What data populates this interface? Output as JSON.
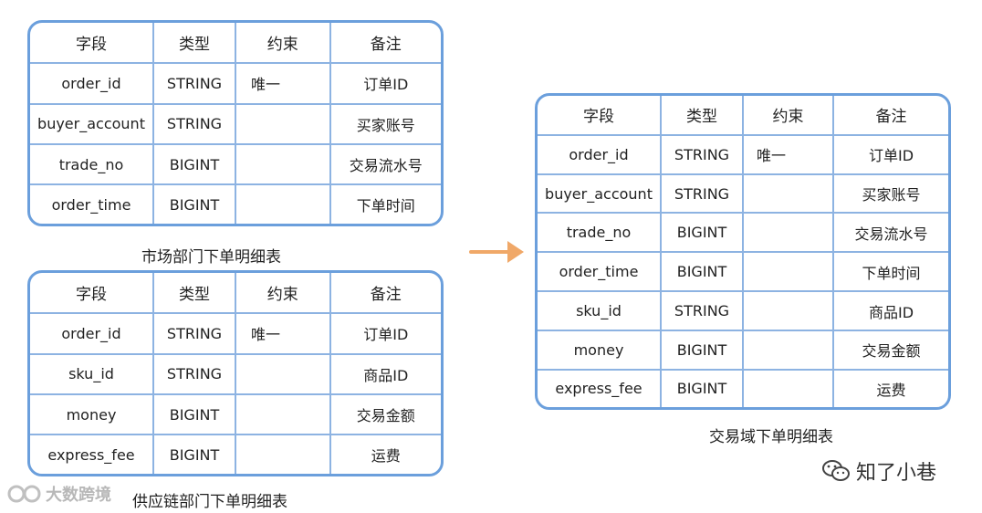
{
  "headers": [
    "字段",
    "类型",
    "约束",
    "备注"
  ],
  "market_table": {
    "caption": "市场部门下单明细表",
    "rows": [
      [
        "order_id",
        "STRING",
        "唯一",
        "订单ID"
      ],
      [
        "buyer_account",
        "STRING",
        "",
        "买家账号"
      ],
      [
        "trade_no",
        "BIGINT",
        "",
        "交易流水号"
      ],
      [
        "order_time",
        "BIGINT",
        "",
        "下单时间"
      ]
    ]
  },
  "supply_table": {
    "caption": "供应链部门下单明细表",
    "rows": [
      [
        "order_id",
        "STRING",
        "唯一",
        "订单ID"
      ],
      [
        "sku_id",
        "STRING",
        "",
        "商品ID"
      ],
      [
        "money",
        "BIGINT",
        "",
        "交易金额"
      ],
      [
        "express_fee",
        "BIGINT",
        "",
        "运费"
      ]
    ]
  },
  "merged_table": {
    "caption": "交易域下单明细表",
    "rows": [
      [
        "order_id",
        "STRING",
        "唯一",
        "订单ID"
      ],
      [
        "buyer_account",
        "STRING",
        "",
        "买家账号"
      ],
      [
        "trade_no",
        "BIGINT",
        "",
        "交易流水号"
      ],
      [
        "order_time",
        "BIGINT",
        "",
        "下单时间"
      ],
      [
        "sku_id",
        "STRING",
        "",
        "商品ID"
      ],
      [
        "money",
        "BIGINT",
        "",
        "交易金额"
      ],
      [
        "express_fee",
        "BIGINT",
        "",
        "运费"
      ]
    ]
  },
  "colors": {
    "table_border": "#6b9fdc",
    "arrow": "#f0a868"
  },
  "watermark_left": {
    "text": "大数跨境",
    "icon": "brand-logo-icon"
  },
  "watermark_right": {
    "text": "知了小巷",
    "icon": "wechat-icon"
  }
}
